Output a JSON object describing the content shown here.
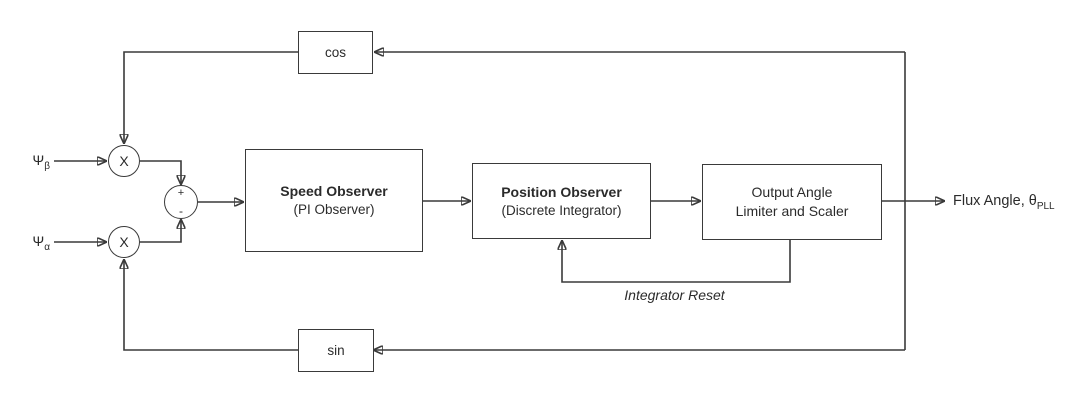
{
  "diagram": {
    "type": "control-block-diagram",
    "colors": {
      "background": "#ffffff",
      "line": "#3a3a3a",
      "text": "#2b2b2b"
    },
    "inputs": {
      "psi_beta": {
        "base": "Ψ",
        "sub": "β"
      },
      "psi_alpha": {
        "base": "Ψ",
        "sub": "α"
      }
    },
    "operators": {
      "multiplier_symbol": "X",
      "summer_plus": "+",
      "summer_minus": "-"
    },
    "blocks": {
      "cos": {
        "label": "cos"
      },
      "sin": {
        "label": "sin"
      },
      "speed_observer": {
        "title": "Speed Observer",
        "subtitle": "(PI Observer)"
      },
      "position_observer": {
        "title": "Position Observer",
        "subtitle": "(Discrete Integrator)"
      },
      "output_angle": {
        "line1": "Output Angle",
        "line2": "Limiter and Scaler"
      }
    },
    "labels": {
      "integrator_reset": "Integrator Reset",
      "output": {
        "base": "Flux Angle, θ",
        "sub": "PLL"
      }
    }
  }
}
